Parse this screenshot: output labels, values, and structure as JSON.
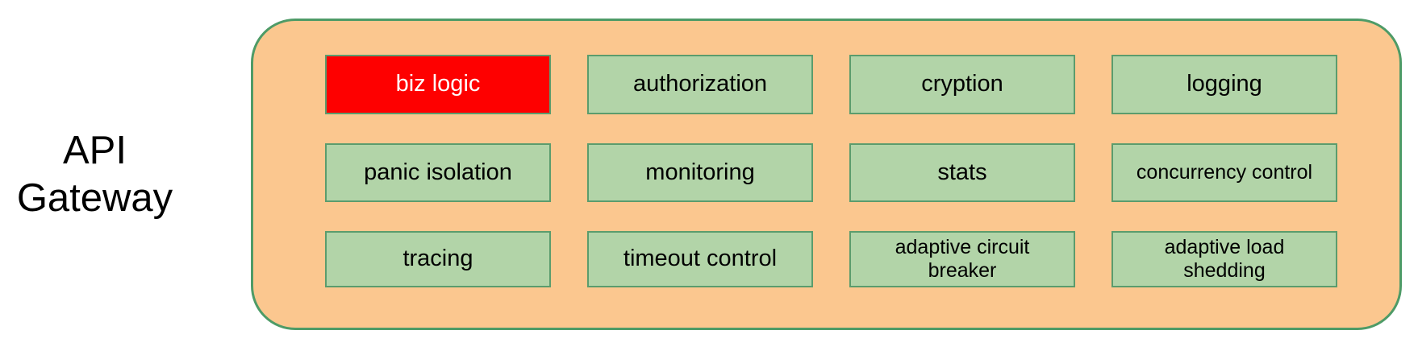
{
  "gateway": {
    "title": "API\nGateway",
    "modules": [
      {
        "label": "biz logic",
        "variant": "highlight"
      },
      {
        "label": "authorization",
        "variant": "normal"
      },
      {
        "label": "cryption",
        "variant": "normal"
      },
      {
        "label": "logging",
        "variant": "normal"
      },
      {
        "label": "panic isolation",
        "variant": "normal"
      },
      {
        "label": "monitoring",
        "variant": "normal"
      },
      {
        "label": "stats",
        "variant": "normal"
      },
      {
        "label": "concurrency control",
        "variant": "normal"
      },
      {
        "label": "tracing",
        "variant": "normal"
      },
      {
        "label": "timeout control",
        "variant": "normal"
      },
      {
        "label": "adaptive circuit breaker",
        "variant": "normal"
      },
      {
        "label": "adaptive load shedding",
        "variant": "normal"
      }
    ]
  },
  "colors": {
    "page_bg": "#FFFFFF",
    "container_fill": "#FBC78F",
    "container_border": "#4E9B67",
    "box_fill": "#B2D4A8",
    "box_border": "#5B9C6D",
    "highlight_fill": "#FE0000",
    "highlight_text": "#FFFFFF",
    "text": "#000000"
  }
}
